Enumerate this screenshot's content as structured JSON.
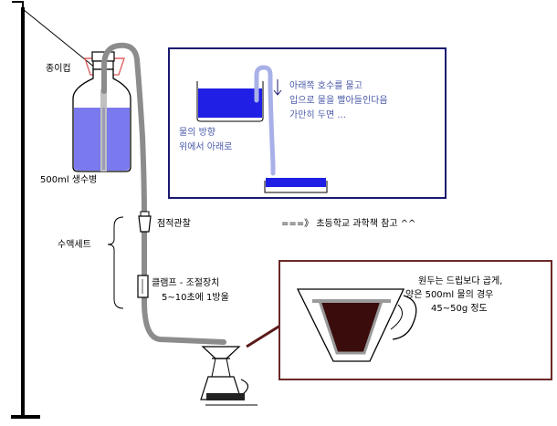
{
  "labels": {
    "paper_cup": "종이컵",
    "bottle": "500ml 생수병",
    "iv_set": "수액세트",
    "drip_watch": "점적관찰",
    "reference": "===》 초등학교 과학책 참고 ^^",
    "clamp_line1": "클램프 - 조절장치",
    "clamp_line2": "5~10초에 1방울"
  },
  "siphon_note": {
    "lines": [
      "아래쪽 호수를 물고",
      "입으로 물을 빨아들인다음",
      "가만히 두면 ..."
    ],
    "flow_lines": [
      "물의 방향",
      "위에서 아래로"
    ]
  },
  "bean_note": {
    "lines": [
      "원두는 드립보다 곱게,",
      "양은 500ml 물의 경우",
      "45~50g 정도"
    ]
  },
  "colors": {
    "water": "#1f1fe6",
    "bottle_water": "#7a7aee",
    "tube": "#8c8c8c",
    "siphon_tube": "#a8b0e8",
    "panel_border": "#1a1a70",
    "coffee_border": "#6b2828",
    "coffee": "#3a0c0c",
    "arrow": "#5a1a1a",
    "cup_outline": "#e05a5a"
  },
  "icons": [
    "iv-stand",
    "water-bottle",
    "paper-cup",
    "drip-chamber-icon",
    "roller-clamp-icon",
    "dripper-stand",
    "arrow-down-icon",
    "zoom-arrow-icon"
  ]
}
